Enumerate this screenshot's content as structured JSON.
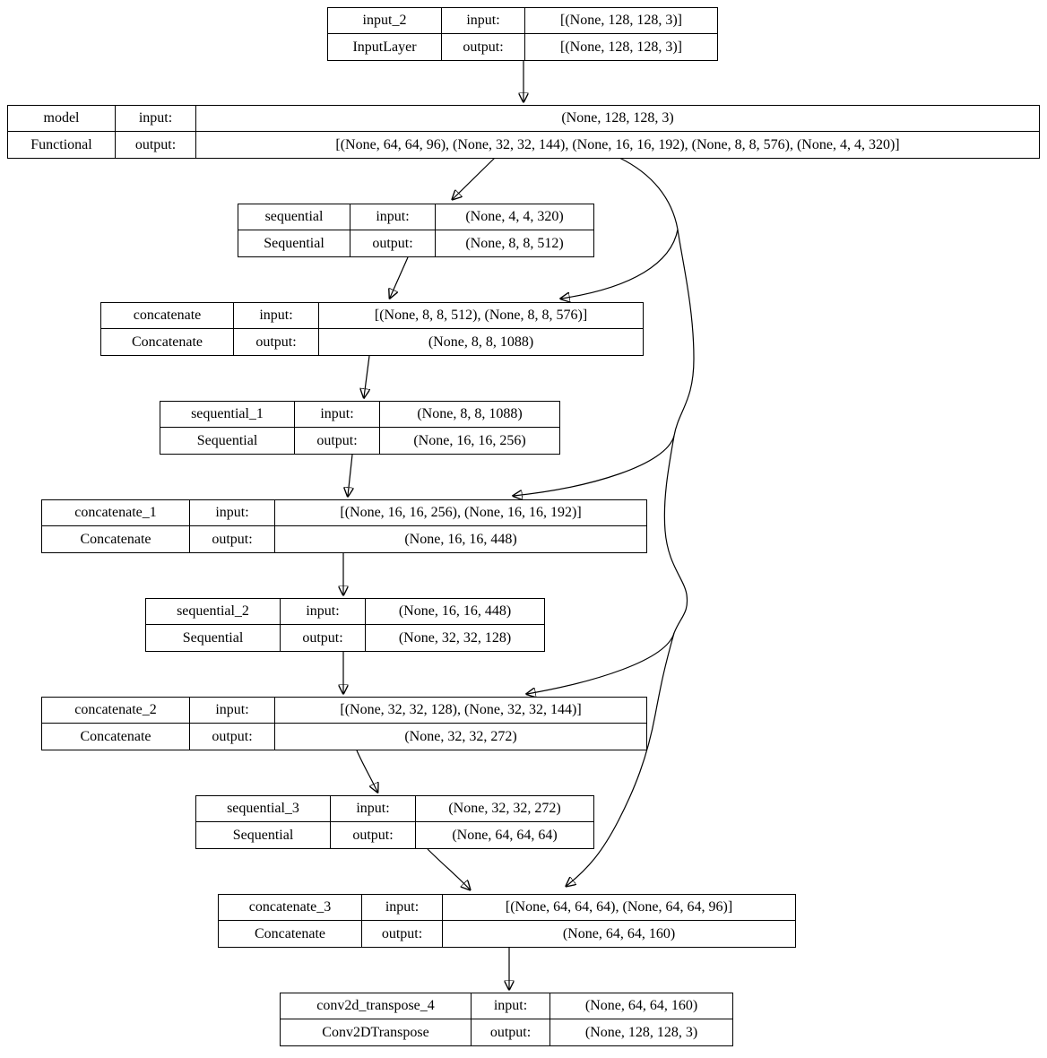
{
  "diagram": {
    "title": "keras model plot",
    "colors": {
      "stroke": "#000000",
      "background": "#ffffff",
      "text": "#000000"
    },
    "labels": {
      "input": "input:",
      "output": "output:"
    },
    "nodes": [
      {
        "id": "input_2",
        "name": "input_2",
        "class": "InputLayer",
        "input": "[(None, 128, 128, 3)]",
        "output": "[(None, 128, 128, 3)]"
      },
      {
        "id": "model",
        "name": "model",
        "class": "Functional",
        "input": "(None, 128, 128, 3)",
        "output": "[(None, 64, 64, 96), (None, 32, 32, 144), (None, 16, 16, 192), (None, 8, 8, 576), (None, 4, 4, 320)]"
      },
      {
        "id": "sequential",
        "name": "sequential",
        "class": "Sequential",
        "input": "(None, 4, 4, 320)",
        "output": "(None, 8, 8, 512)"
      },
      {
        "id": "concatenate",
        "name": "concatenate",
        "class": "Concatenate",
        "input": "[(None, 8, 8, 512), (None, 8, 8, 576)]",
        "output": "(None, 8, 8, 1088)"
      },
      {
        "id": "sequential_1",
        "name": "sequential_1",
        "class": "Sequential",
        "input": "(None, 8, 8, 1088)",
        "output": "(None, 16, 16, 256)"
      },
      {
        "id": "concatenate_1",
        "name": "concatenate_1",
        "class": "Concatenate",
        "input": "[(None, 16, 16, 256), (None, 16, 16, 192)]",
        "output": "(None, 16, 16, 448)"
      },
      {
        "id": "sequential_2",
        "name": "sequential_2",
        "class": "Sequential",
        "input": "(None, 16, 16, 448)",
        "output": "(None, 32, 32, 128)"
      },
      {
        "id": "concatenate_2",
        "name": "concatenate_2",
        "class": "Concatenate",
        "input": "[(None, 32, 32, 128), (None, 32, 32, 144)]",
        "output": "(None, 32, 32, 272)"
      },
      {
        "id": "sequential_3",
        "name": "sequential_3",
        "class": "Sequential",
        "input": "(None, 32, 32, 272)",
        "output": "(None, 64, 64, 64)"
      },
      {
        "id": "concatenate_3",
        "name": "concatenate_3",
        "class": "Concatenate",
        "input": "[(None, 64, 64, 64), (None, 64, 64, 96)]",
        "output": "(None, 64, 64, 160)"
      },
      {
        "id": "conv2d_transpose_4",
        "name": "conv2d_transpose_4",
        "class": "Conv2DTranspose",
        "input": "(None, 64, 64, 160)",
        "output": "(None, 128, 128, 3)"
      }
    ],
    "edges": [
      {
        "from": "input_2",
        "to": "model"
      },
      {
        "from": "model",
        "to": "sequential"
      },
      {
        "from": "model",
        "to": "concatenate"
      },
      {
        "from": "model",
        "to": "concatenate_1"
      },
      {
        "from": "model",
        "to": "concatenate_2"
      },
      {
        "from": "model",
        "to": "concatenate_3"
      },
      {
        "from": "sequential",
        "to": "concatenate"
      },
      {
        "from": "concatenate",
        "to": "sequential_1"
      },
      {
        "from": "sequential_1",
        "to": "concatenate_1"
      },
      {
        "from": "concatenate_1",
        "to": "sequential_2"
      },
      {
        "from": "sequential_2",
        "to": "concatenate_2"
      },
      {
        "from": "concatenate_2",
        "to": "sequential_3"
      },
      {
        "from": "sequential_3",
        "to": "concatenate_3"
      },
      {
        "from": "concatenate_3",
        "to": "conv2d_transpose_4"
      }
    ]
  }
}
